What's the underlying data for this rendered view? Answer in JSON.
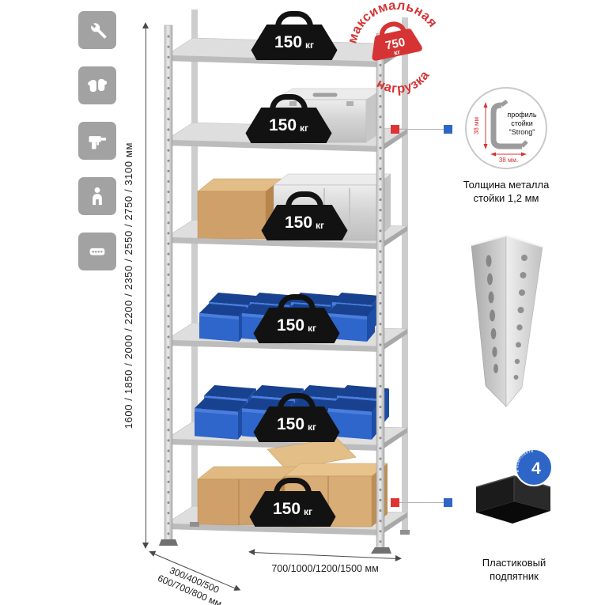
{
  "meta": {
    "language": "ru",
    "type": "shelving-rack-product-infographic"
  },
  "colors": {
    "accent_red": "#d63434",
    "accent_blue": "#2e66c8",
    "tile_grey": "#a2a2a2",
    "metal_grey": "#d8d8d8",
    "bin_blue": "#2f66cb",
    "cardboard": "#cfa06a",
    "weight_black": "#121212"
  },
  "left_icons": [
    {
      "name": "wrench-icon"
    },
    {
      "name": "gloves-icon"
    },
    {
      "name": "drill-icon"
    },
    {
      "name": "person-icon"
    },
    {
      "name": "post-profile-icon"
    }
  ],
  "dimensions": {
    "height": {
      "label": "1600 / 1850 / 2000 / 2200 / 2350 / 2550 / 2750 / 3100 мм"
    },
    "width": {
      "label": "700/1000/1200/1500 мм"
    },
    "depth": {
      "line1": "300/400/500",
      "line2": "600/700/800 мм"
    }
  },
  "shelves": [
    {
      "load": "150",
      "unit": "кг"
    },
    {
      "load": "150",
      "unit": "кг"
    },
    {
      "load": "150",
      "unit": "кг"
    },
    {
      "load": "150",
      "unit": "кг"
    },
    {
      "load": "150",
      "unit": "кг"
    },
    {
      "load": "150",
      "unit": "кг"
    }
  ],
  "max_load_stamp": {
    "arc_top": "максимальная",
    "arc_bottom": "нагрузка",
    "value": "750",
    "unit": "кг"
  },
  "profile_detail": {
    "dim_vertical": "38 мм",
    "dim_horizontal": "38 мм.",
    "label_line1": "профиль",
    "label_line2": "стойки",
    "label_line3": "\"Strong\"",
    "caption_line1": "Толщина металла",
    "caption_line2": "стойки 1,2 мм"
  },
  "foot_detail": {
    "badge_value": "4",
    "badge_text": "в комплекте",
    "caption_line1": "Пластиковый",
    "caption_line2": "подпятник"
  }
}
